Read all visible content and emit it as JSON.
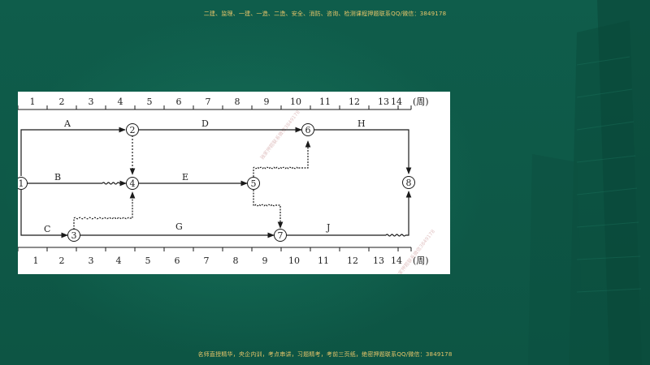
{
  "top_note": "二建、监理、一建、一造、二造、安全、消防、咨询、检测课程押题联系QQ/微信：3849178",
  "bottom_note": "名师直授精华，央企内训，考点串讲，习题精考，考前三页纸，绝密押题联系QQ/微信：3849178",
  "watermarks": [
    "独家押题联系微信3849178",
    "独家押题联系微信3849178"
  ],
  "diagram": {
    "scale_unit": "(周)",
    "ticks": [
      "1",
      "2",
      "3",
      "4",
      "5",
      "6",
      "7",
      "8",
      "9",
      "10",
      "11",
      "12",
      "13",
      "14"
    ],
    "nodes": [
      "1",
      "2",
      "3",
      "4",
      "5",
      "6",
      "7",
      "8"
    ],
    "activities": [
      "A",
      "B",
      "C",
      "D",
      "E",
      "G",
      "H",
      "J"
    ],
    "colors": {
      "line": "#1a1a1a",
      "panel": "#ffffff",
      "background": "#0e5a48",
      "note": "#e8c66a"
    }
  }
}
